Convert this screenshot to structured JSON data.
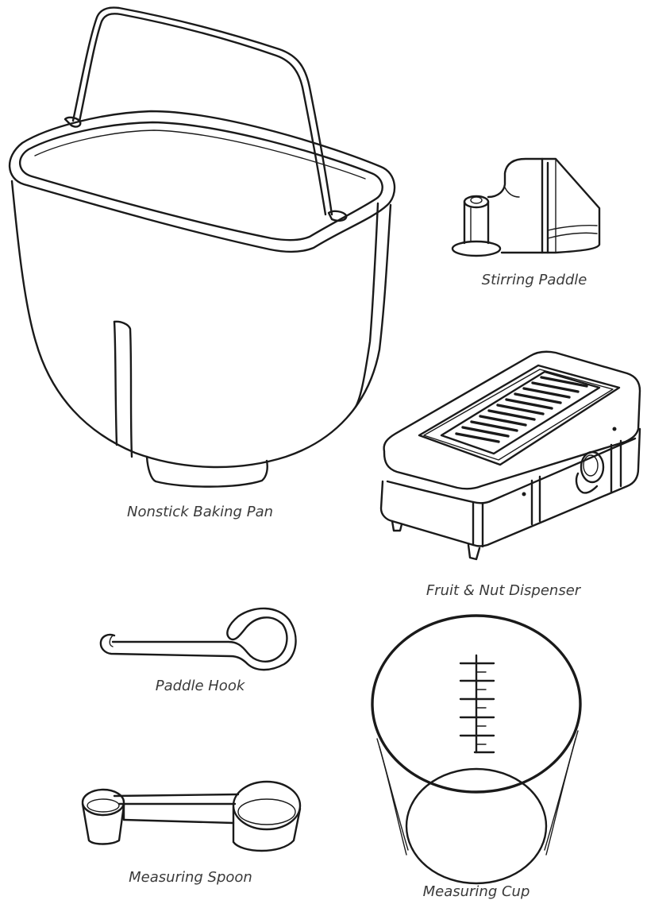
{
  "labels": {
    "baking_pan": "Nonstick Baking Pan",
    "stirring_paddle": "Stirring Paddle",
    "dispenser": "Fruit & Nut Dispenser",
    "paddle_hook": "Paddle Hook",
    "measuring_spoon": "Measuring Spoon",
    "measuring_cup": "Measuring Cup"
  },
  "colors": {
    "line": "#1a1a1a",
    "label": "#3a3a3a",
    "background": "#ffffff"
  }
}
